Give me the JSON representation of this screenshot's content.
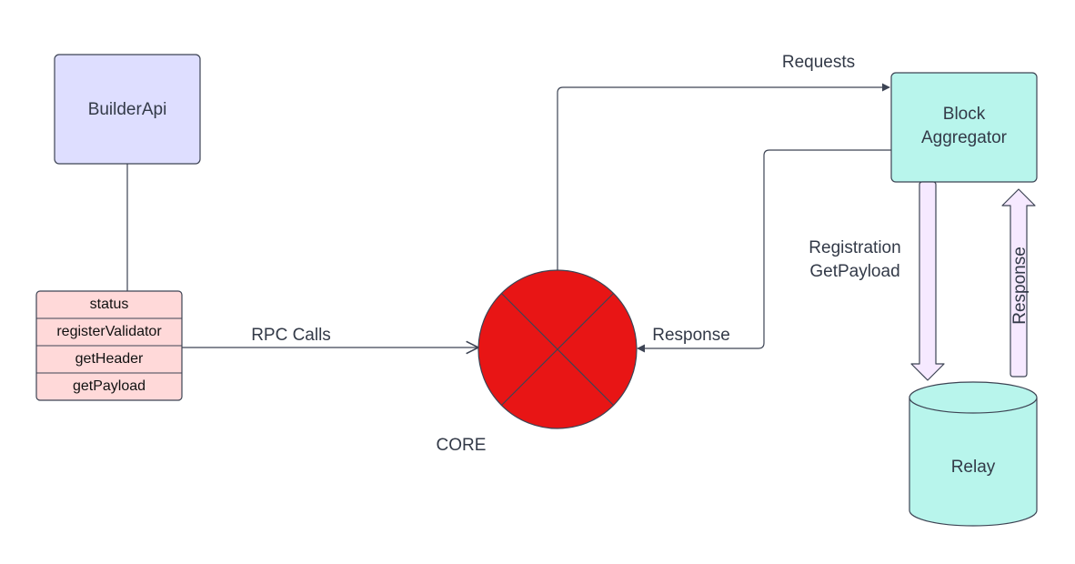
{
  "builder_api": {
    "label": "BuilderApi"
  },
  "methods": {
    "items": [
      "status",
      "registerValidator",
      "getHeader",
      "getPayload"
    ]
  },
  "rpc_calls": {
    "label": "RPC Calls"
  },
  "core": {
    "label": "CORE"
  },
  "block_aggregator": {
    "line1": "Block",
    "line2": "Aggregator"
  },
  "requests": {
    "label": "Requests"
  },
  "response_to_core": {
    "label": "Response"
  },
  "registration": {
    "line1": "Registration",
    "line2": "GetPayload"
  },
  "relay_response": {
    "label": "Response"
  },
  "relay": {
    "label": "Relay"
  },
  "colors": {
    "builder_fill": "#dedeff",
    "methods_fill": "#ffd9d9",
    "core_fill": "#e81515",
    "aggregator_fill": "#b8f5ec",
    "relay_fill": "#b8f5ec",
    "arrow_fill": "#f6e9ff",
    "stroke": "#3d4454"
  }
}
